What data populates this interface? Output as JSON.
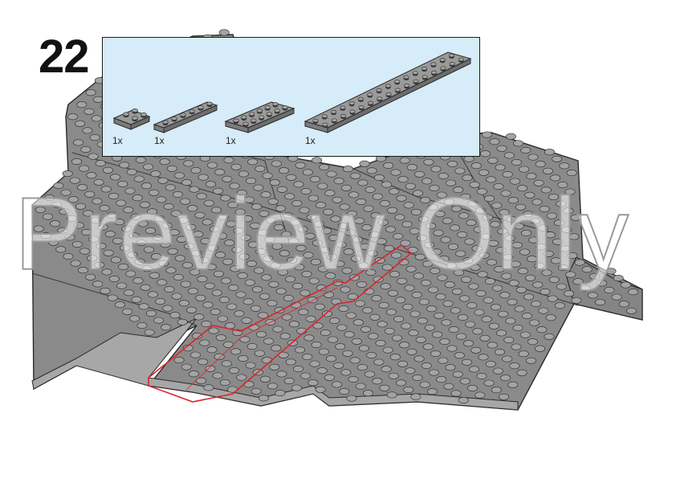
{
  "step": {
    "number": "22"
  },
  "parts": [
    {
      "name": "plate-2x2",
      "count": "1x"
    },
    {
      "name": "plate-1x6",
      "count": "1x"
    },
    {
      "name": "plate-2x6",
      "count": "1x"
    },
    {
      "name": "plate-2x16",
      "count": "1x"
    }
  ],
  "watermark": {
    "text": "Preview Only"
  },
  "colors": {
    "brick": "#8c8c8c",
    "stud_top": "#a3a3a3",
    "stud_side": "#3a3a3a",
    "outline": "#2a2a2a",
    "highlight": "#d9262c",
    "parts_bg": "#d6ecf8"
  }
}
